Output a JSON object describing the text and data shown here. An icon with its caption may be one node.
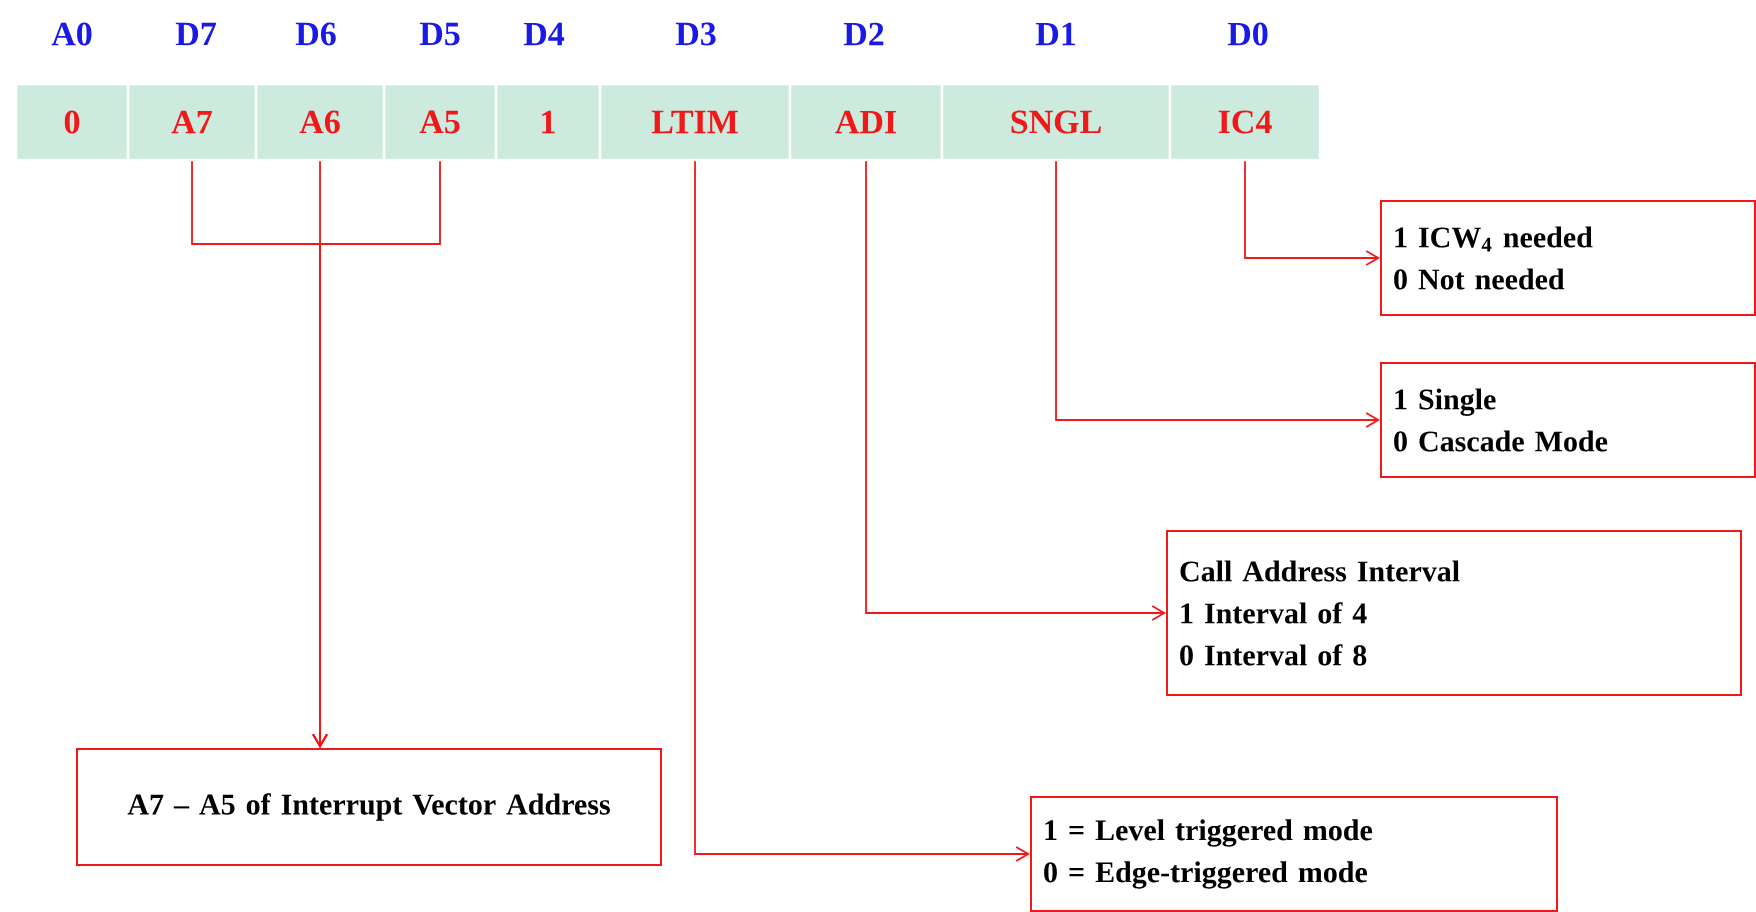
{
  "diagram": {
    "nodes": [
      {
        "text": [
          "0"
        ]
      },
      {
        "text": [
          "A7"
        ]
      },
      {
        "text": [
          "A6"
        ]
      },
      {
        "text": [
          "A5"
        ]
      },
      {
        "text": [
          "1"
        ]
      },
      {
        "text": [
          "LTIM"
        ]
      },
      {
        "text": [
          "ADI"
        ]
      },
      {
        "text": [
          "SNGL"
        ]
      },
      {
        "text": [
          "IC4"
        ]
      },
      {
        "text": [
          "1 ICW$_{4}$ needed",
          "0 Not needed"
        ]
      },
      {
        "text": [
          "1 Single",
          "0 Cascade Mode"
        ]
      },
      {
        "text": [
          "Call Address Interval",
          "1 Interval of 4",
          "0 Interval of 8"
        ]
      },
      {
        "text": [
          "A7 – A5 of Interrupt Vector Address"
        ]
      },
      {
        "text": [
          "1 = Level triggered mode",
          "0 = Edge-triggered mode"
        ]
      }
    ],
    "edges": [
      {
        "from": 1,
        "to": 12,
        "arrow": "to"
      },
      {
        "from": 2,
        "to": 12,
        "arrow": "to"
      },
      {
        "from": 3,
        "to": 12,
        "arrow": "to"
      },
      {
        "from": 5,
        "to": 13,
        "arrow": "to"
      },
      {
        "from": 6,
        "to": 11,
        "arrow": "to"
      },
      {
        "from": 7,
        "to": 10,
        "arrow": "to"
      },
      {
        "from": 8,
        "to": 9,
        "arrow": "to"
      }
    ],
    "labels": [
      "A0",
      "D7",
      "D6",
      "D5",
      "D4",
      "D3",
      "D2",
      "D1",
      "D0"
    ]
  }
}
